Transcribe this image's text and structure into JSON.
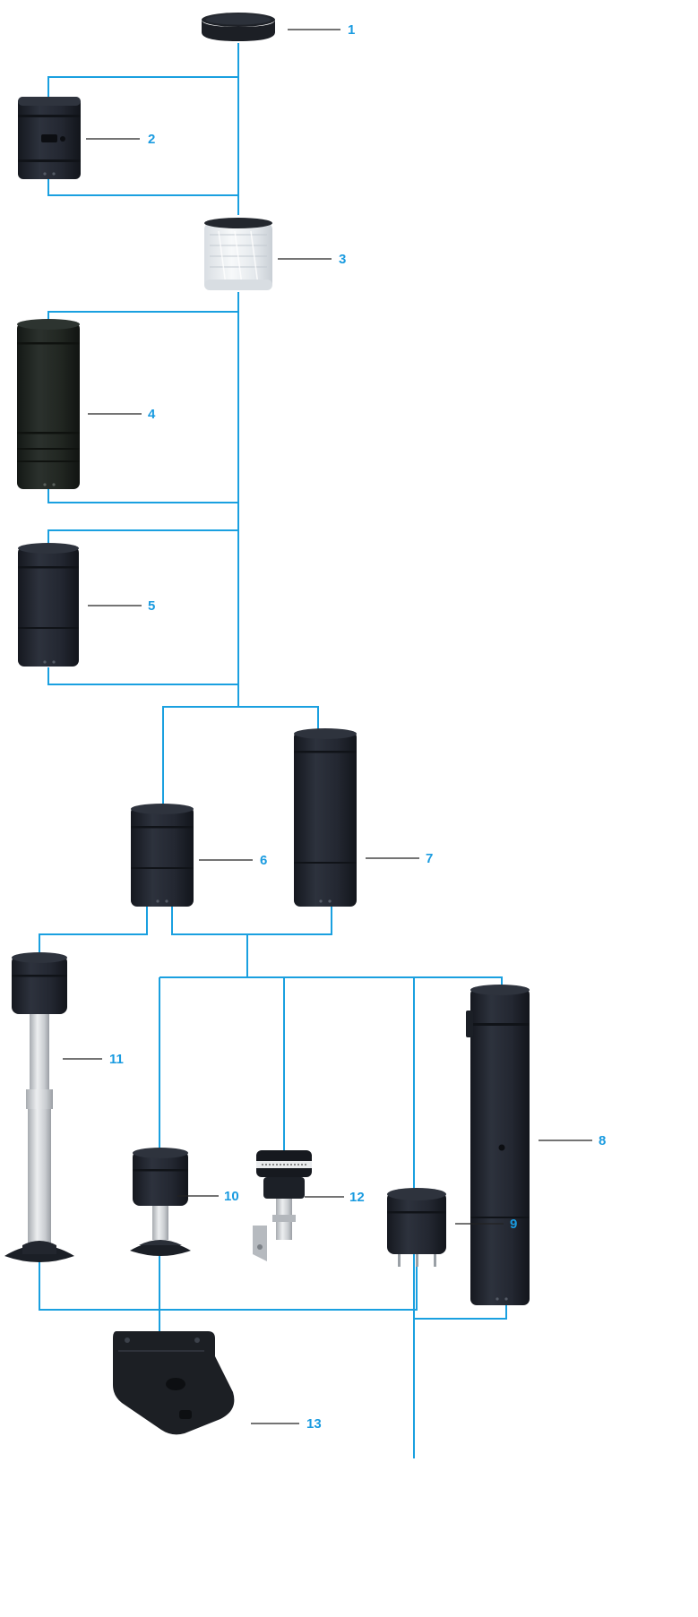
{
  "colors": {
    "connector": "#1aa0e0",
    "label": "#1a9be0",
    "leader": "#222222",
    "housing": "#222630",
    "housing_dark": "#171a21",
    "housing_light": "#2c313b",
    "clear_lens": "#e8ecf0",
    "tube_metal": "#cfd2d6"
  },
  "callouts": [
    {
      "number": "1",
      "part": "cap-component"
    },
    {
      "number": "2",
      "part": "buzzer-component"
    },
    {
      "number": "3",
      "part": "clear-light-component"
    },
    {
      "number": "4",
      "part": "tall-light-module"
    },
    {
      "number": "5",
      "part": "medium-light-module"
    },
    {
      "number": "6",
      "part": "short-light-module"
    },
    {
      "number": "7",
      "part": "long-light-module"
    },
    {
      "number": "8",
      "part": "mounting-adapter"
    },
    {
      "number": "9",
      "part": "plug-in-base"
    },
    {
      "number": "10",
      "part": "short-pole-base"
    },
    {
      "number": "11",
      "part": "telescopic-pole-base"
    },
    {
      "number": "12",
      "part": "bracket-mount-base"
    },
    {
      "number": "13",
      "part": "wall-bracket"
    }
  ]
}
